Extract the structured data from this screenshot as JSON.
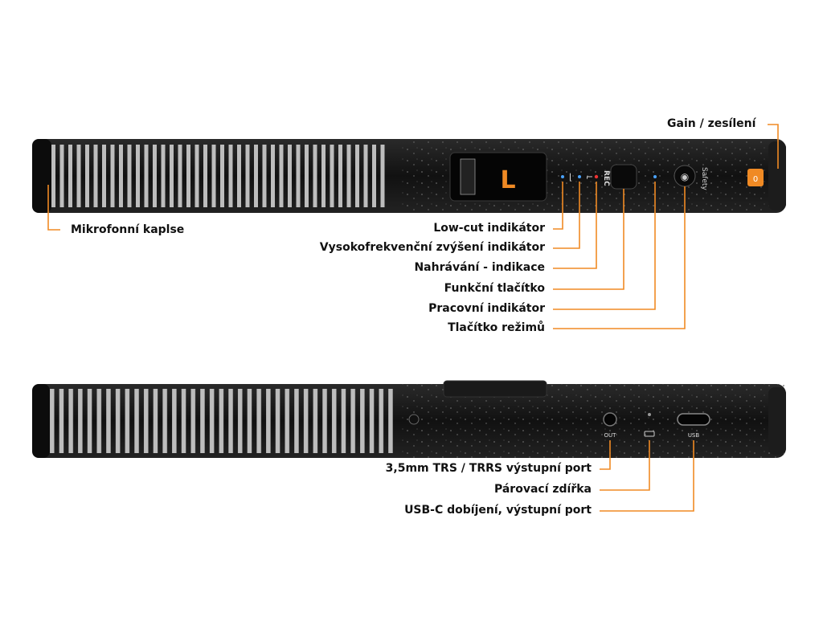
{
  "colors": {
    "accent": "#f08a24",
    "body": "#141414",
    "grille_light": "#b9b9b9"
  },
  "top_view": {
    "screen_text": "L",
    "rec_label": "REC",
    "safety_label": "Safety",
    "gain_knob_label": "0"
  },
  "bottom_view": {
    "port_labels": {
      "out": "OUT",
      "pair": "",
      "usb": "USB"
    }
  },
  "callouts": {
    "gain": "Gain / zesílení",
    "capsule": "Mikrofonní kaplse",
    "lowcut": "Low-cut indikátor",
    "hf_boost": "Vysokofrekvenční zvýšení indikátor",
    "rec": "Nahrávání - indikace",
    "function_btn": "Funkční tlačítko",
    "work_ind": "Pracovní indikátor",
    "mode_btn": "Tlačítko režimů",
    "trs_port": "3,5mm TRS / TRRS výstupní port",
    "pair_hole": "Párovací zdířka",
    "usbc": "USB-C dobíjení, výstupní port"
  }
}
